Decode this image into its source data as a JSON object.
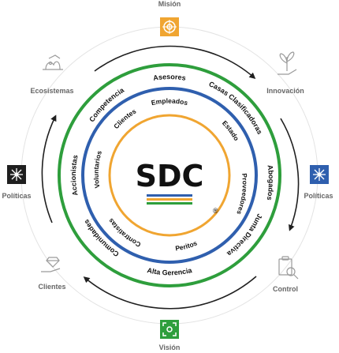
{
  "colors": {
    "green": "#2e9e3c",
    "blue": "#2f5fae",
    "orange": "#f0a531",
    "arrow": "#1f1f1f",
    "connector": "#d9d9d9",
    "label": "#666666",
    "icon_outline": "#9a9a9a",
    "mision_badge": "#f0a531",
    "vision_badge": "#2e9e3c",
    "politicas_left_badge": "#1f1f1f",
    "politicas_right_badge": "#2f5fae"
  },
  "outer_nodes": {
    "mision": {
      "label": "Misión",
      "icon": "target-badge-icon"
    },
    "innovacion": {
      "label": "Innovación",
      "icon": "hand-plant-icon"
    },
    "politicas_right": {
      "label": "Políticas",
      "icon": "network-badge-icon"
    },
    "control": {
      "label": "Control",
      "icon": "clipboard-magnifier-icon"
    },
    "vision": {
      "label": "Visión",
      "icon": "focus-badge-icon"
    },
    "clientes": {
      "label": "Clientes",
      "icon": "hand-diamond-icon"
    },
    "politicas_left": {
      "label": "Políticas",
      "icon": "network-badge-icon"
    },
    "ecosistemas": {
      "label": "Ecosistemas",
      "icon": "ecosystem-icon"
    }
  },
  "green_ring": [
    "Asesores",
    "Casas Clasificadoras",
    "Abogados",
    "Junta Directiva",
    "Alta Gerencia",
    "Comunidades",
    "Accionistas",
    "Competencia"
  ],
  "blue_ring": [
    "Empleados",
    "Estado",
    "Proveedores",
    "Peritos",
    "Contratistas",
    "Voluntarios",
    "Clientes"
  ],
  "logo": {
    "text": "SDC",
    "mark": "®"
  }
}
